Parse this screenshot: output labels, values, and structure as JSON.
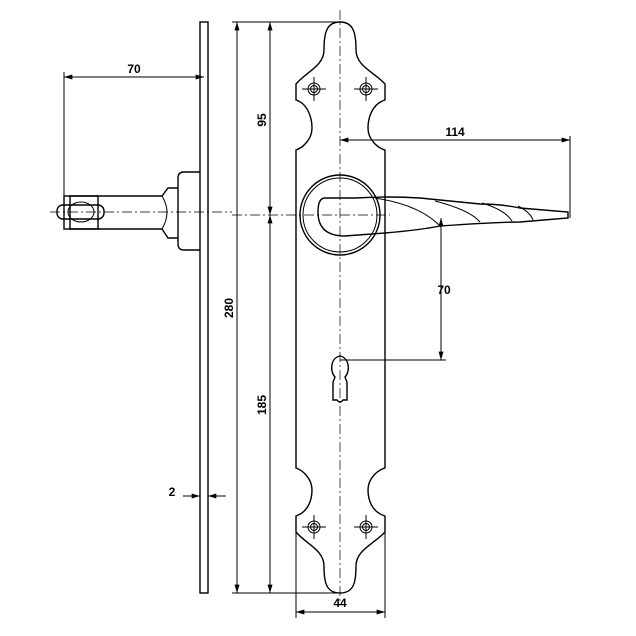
{
  "drawing": {
    "dimensions": {
      "side_depth": "70",
      "handle_length": "114",
      "total_height": "280",
      "top_to_axis": "95",
      "axis_to_bottom": "185",
      "axis_to_keyhole": "70",
      "plate_thickness": "2",
      "plate_width": "44"
    },
    "line_color": "#000000"
  }
}
